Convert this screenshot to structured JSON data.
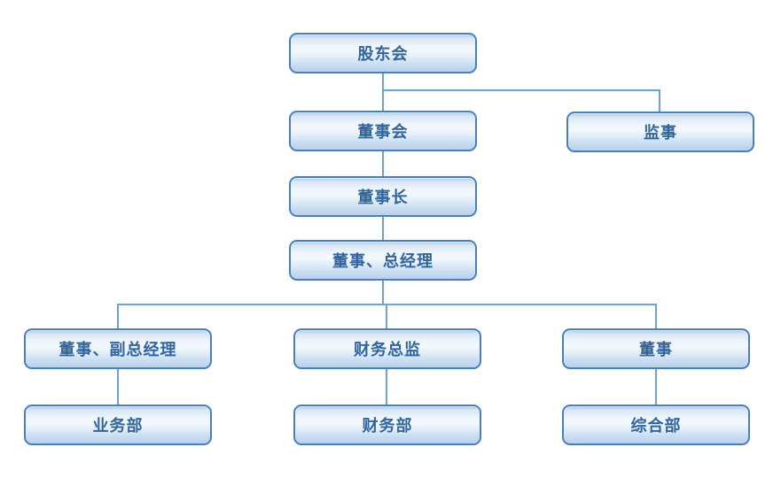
{
  "diagram": {
    "type": "organization-chart",
    "background": "#ffffff",
    "colors": {
      "node_border": "#4a7ebc",
      "node_fill_top": "#a3c3e3",
      "node_fill_middle": "#f3f8fd",
      "node_fill_bottom": "#b8d1ea",
      "node_text": "#31659c",
      "connector": "#6fa1d2"
    },
    "nodes": {
      "shareholders_meeting": {
        "label": "股东会"
      },
      "board_of_directors": {
        "label": "董事会"
      },
      "supervisor": {
        "label": "监事"
      },
      "chairman": {
        "label": "董事长"
      },
      "general_manager": {
        "label": "董事、总经理"
      },
      "deputy_general_manager": {
        "label": "董事、副总经理"
      },
      "finance_director": {
        "label": "财务总监"
      },
      "director": {
        "label": "董事"
      },
      "business_department": {
        "label": "业务部"
      },
      "finance_department": {
        "label": "财务部"
      },
      "general_department": {
        "label": "综合部"
      }
    },
    "edges": [
      {
        "from": "股东会",
        "to": "董事会"
      },
      {
        "from": "股东会",
        "to": "监事"
      },
      {
        "from": "董事会",
        "to": "董事长"
      },
      {
        "from": "董事长",
        "to": "董事、总经理"
      },
      {
        "from": "董事、总经理",
        "to": "董事、副总经理"
      },
      {
        "from": "董事、总经理",
        "to": "财务总监"
      },
      {
        "from": "董事、总经理",
        "to": "董事"
      },
      {
        "from": "董事、副总经理",
        "to": "业务部"
      },
      {
        "from": "财务总监",
        "to": "财务部"
      },
      {
        "from": "董事",
        "to": "综合部"
      }
    ]
  }
}
